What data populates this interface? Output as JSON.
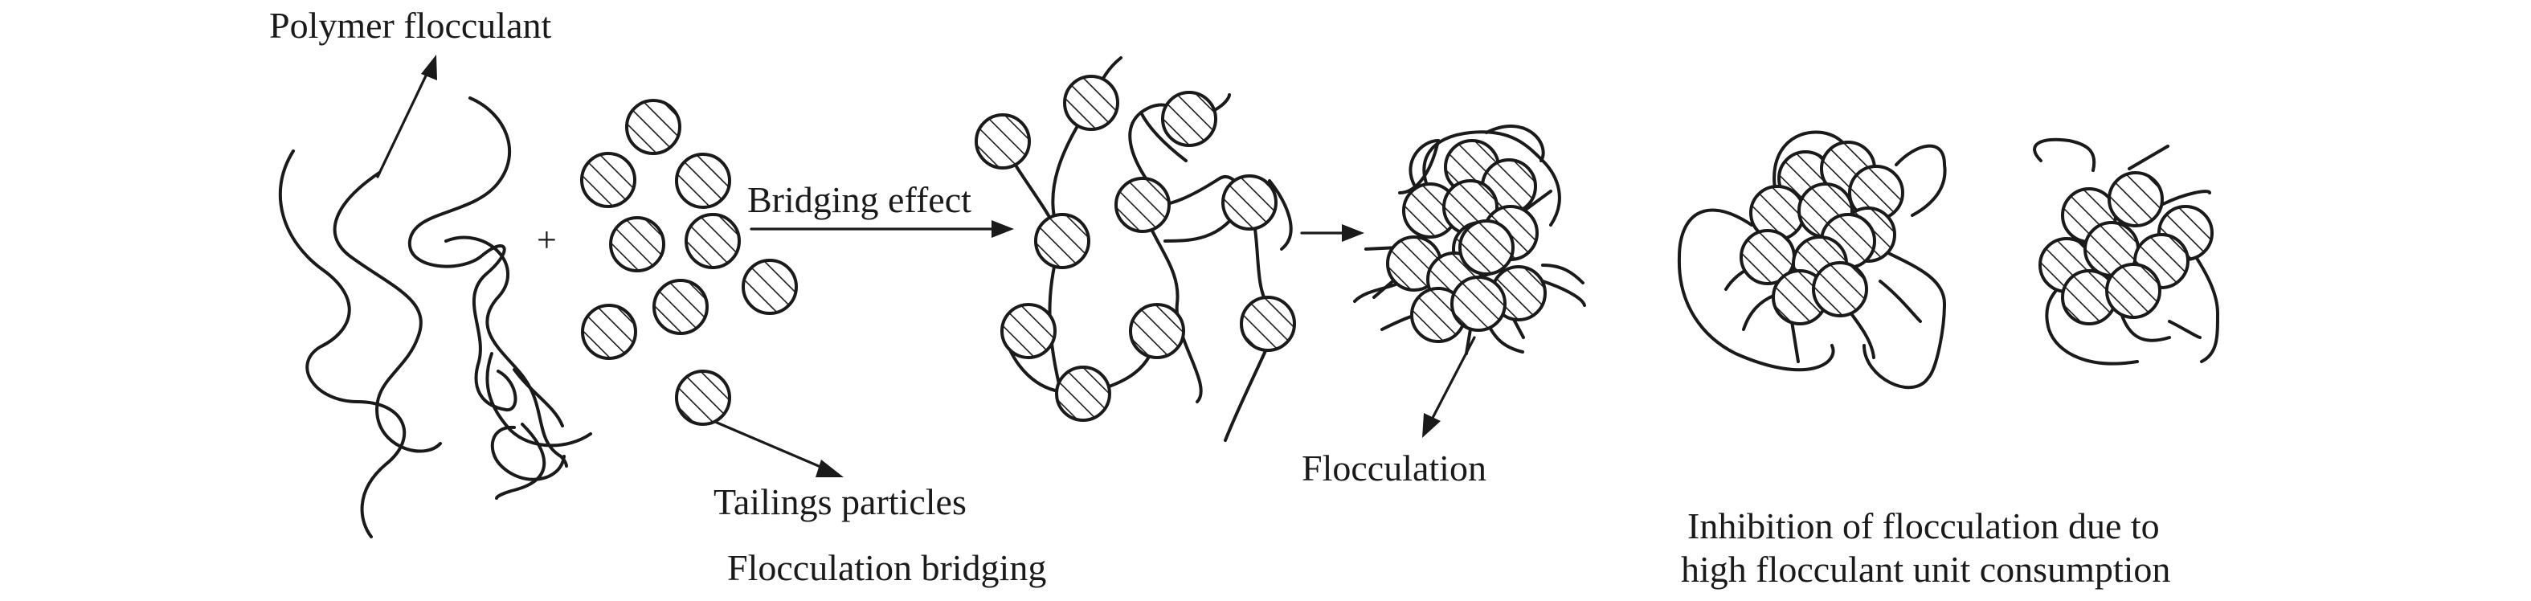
{
  "labels": {
    "polymer_flocculant": "Polymer flocculant",
    "bridging_effect": "Bridging effect",
    "tailings_particles": "Tailings particles",
    "flocculation_bridging": "Flocculation bridging",
    "flocculation": "Flocculation",
    "inhibition_line1": "Inhibition of flocculation due to",
    "inhibition_line2": "high flocculant unit consumption",
    "plus": "+"
  },
  "colors": {
    "ink": "#1a1a1a",
    "background": "#ffffff"
  }
}
